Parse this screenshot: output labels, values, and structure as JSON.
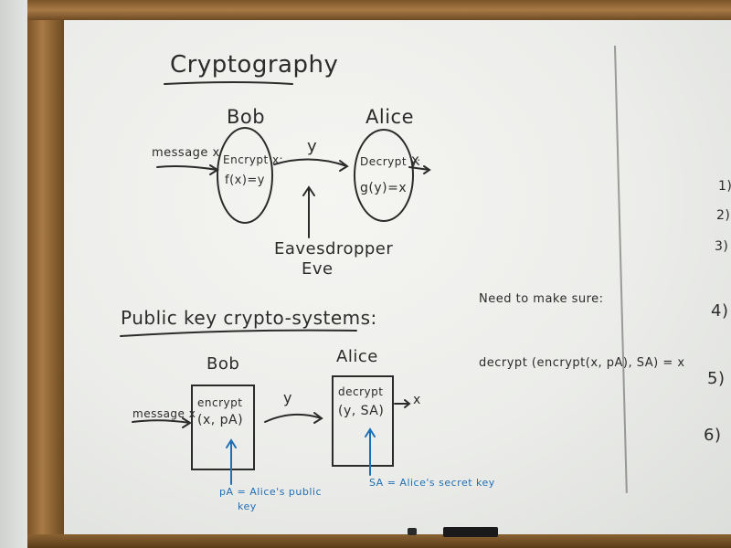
{
  "top": {
    "title": "Cryptography",
    "bob": "Bob",
    "alice": "Alice",
    "message": "message x",
    "encrypt": "Encrypt x:",
    "f": "f(x)=y",
    "y": "y",
    "decrypt": "Decrypt y:",
    "g": "g(y)=x",
    "x_out": "x",
    "eavesdropper": "Eavesdropper",
    "eve": "Eve"
  },
  "bottom": {
    "title": "Public key crypto-systems:",
    "bob": "Bob",
    "alice": "Alice",
    "message": "message x",
    "encrypt": "encrypt",
    "encrypt_args": "(x, pA)",
    "y": "y",
    "decrypt": "decrypt",
    "decrypt_args": "(y, SA)",
    "x_out": "x",
    "pa_note_1": "pA = Alice's public",
    "pa_note_2": "key",
    "sa_note": "SA = Alice's secret key"
  },
  "right": {
    "need": "Need to make sure:",
    "equation": "decrypt (encrypt(x, pA), SA) = x",
    "list_numbers": [
      "1)",
      "2)",
      "3)",
      "4)",
      "5)",
      "6)"
    ]
  },
  "colors": {
    "ink": "#2b2b2b",
    "blue_ink": "#1f6fb5",
    "frame": "#a87a45"
  }
}
